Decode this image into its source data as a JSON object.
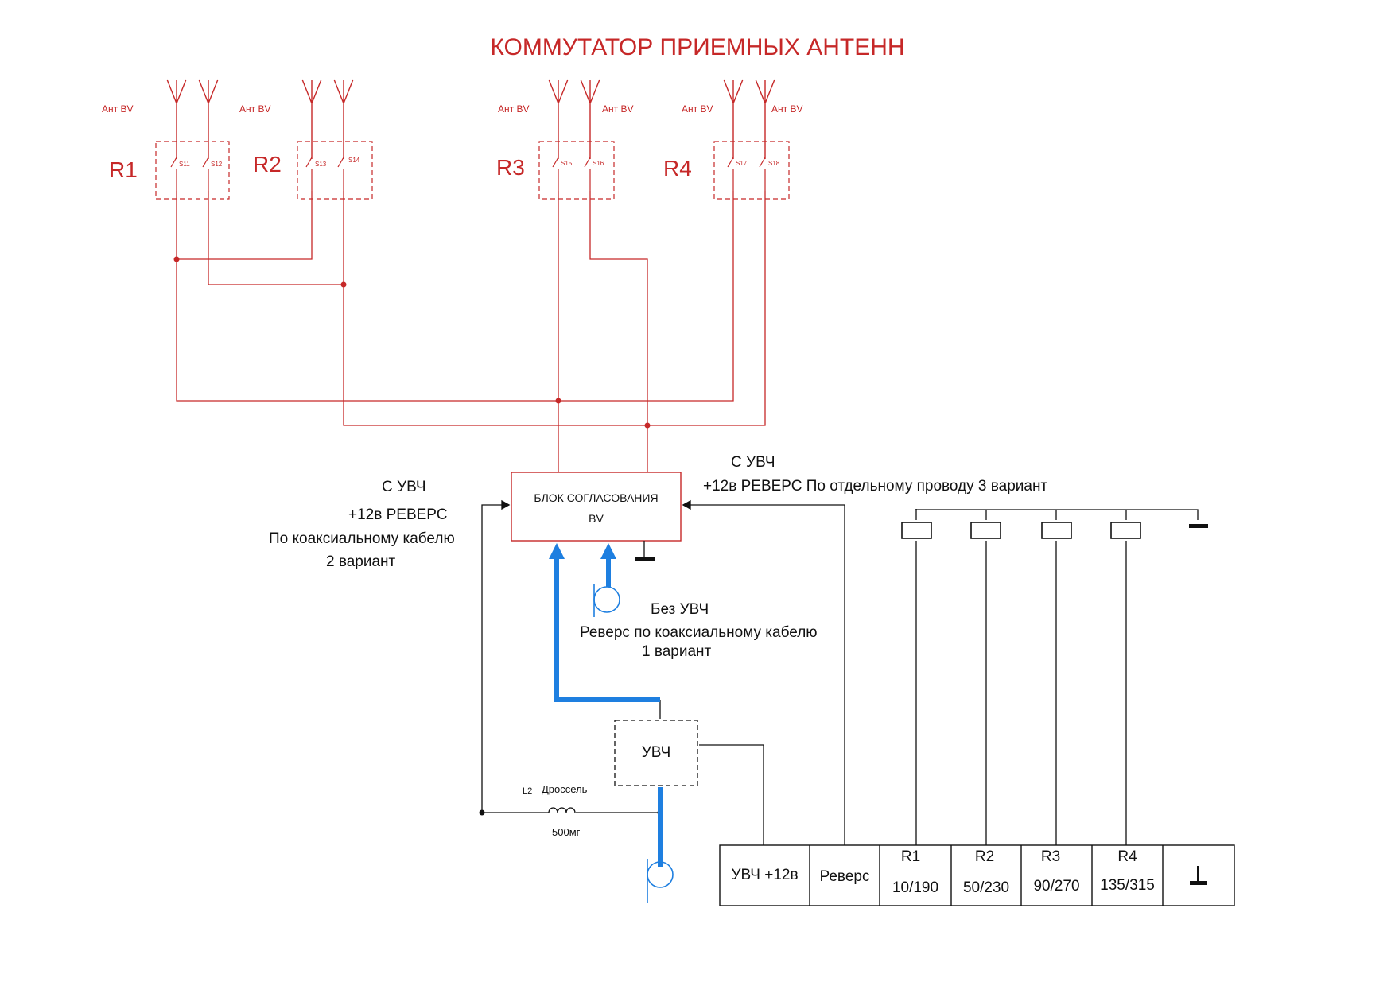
{
  "title": "КОММУТАТОР ПРИЕМНЫХ АНТЕНН",
  "antenna_label": "Ант BV",
  "relays": [
    {
      "name": "R1",
      "switches": [
        "S11",
        "S12"
      ]
    },
    {
      "name": "R2",
      "switches": [
        "S13",
        "S14"
      ]
    },
    {
      "name": "R3",
      "switches": [
        "S15",
        "S16"
      ]
    },
    {
      "name": "R4",
      "switches": [
        "S17",
        "S18"
      ]
    }
  ],
  "matching_block": {
    "line1": "БЛОК СОГЛАСОВАНИЯ",
    "line2": "BV"
  },
  "variant2": {
    "line1": "С УВЧ",
    "line2": "+12в РЕВЕРС",
    "line3": "По коаксиальному кабелю",
    "line4": "2 вариант"
  },
  "variant3": {
    "line1": "С УВЧ",
    "line2": "+12в РЕВЕРС   По отдельному проводу  3 вариант"
  },
  "variant1": {
    "line1": "Без УВЧ",
    "line2": "Реверс по коаксиальному кабелю",
    "line3": "1 вариант"
  },
  "amplifier": "УВЧ",
  "choke": {
    "ref": "L2",
    "name": "Дроссель",
    "value": "500мг"
  },
  "control_panel": {
    "uvch": "УВЧ +12в",
    "reverse": "Реверс",
    "cells": [
      {
        "label": "R1",
        "value": "10/190"
      },
      {
        "label": "R2",
        "value": "50/230"
      },
      {
        "label": "R3",
        "value": "90/270"
      },
      {
        "label": "R4",
        "value": "135/315"
      }
    ]
  },
  "colors": {
    "wire_red": "#c62828",
    "coax_blue": "#1e7fe0",
    "text_black": "#111111"
  }
}
